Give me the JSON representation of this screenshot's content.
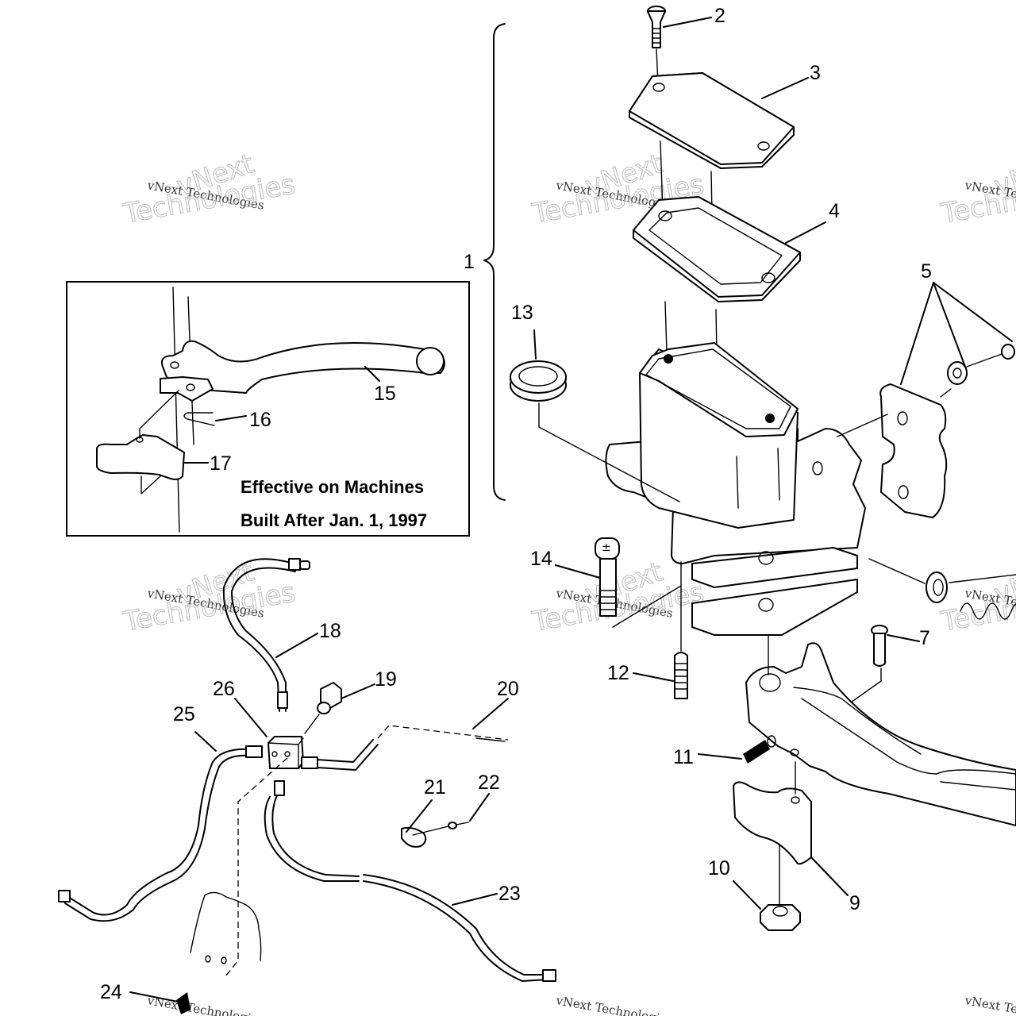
{
  "diagram": {
    "title": "Brake Master Cylinder / Lever Exploded View",
    "callouts": [
      "1",
      "2",
      "3",
      "4",
      "5",
      "7",
      "9",
      "10",
      "11",
      "12",
      "13",
      "14",
      "15",
      "16",
      "17",
      "18",
      "19",
      "20",
      "21",
      "22",
      "23",
      "24",
      "25",
      "26"
    ],
    "inset": {
      "line1": "Effective on Machines",
      "line2": "Built After Jan. 1, 1997"
    },
    "watermark": {
      "small": "vNext Technologies",
      "big_top": "vNext",
      "big_bottom": "Technologies"
    },
    "colors": {
      "ink": "#000000",
      "background": "#ffffff",
      "watermark_outline": "#bbbbbb"
    }
  }
}
